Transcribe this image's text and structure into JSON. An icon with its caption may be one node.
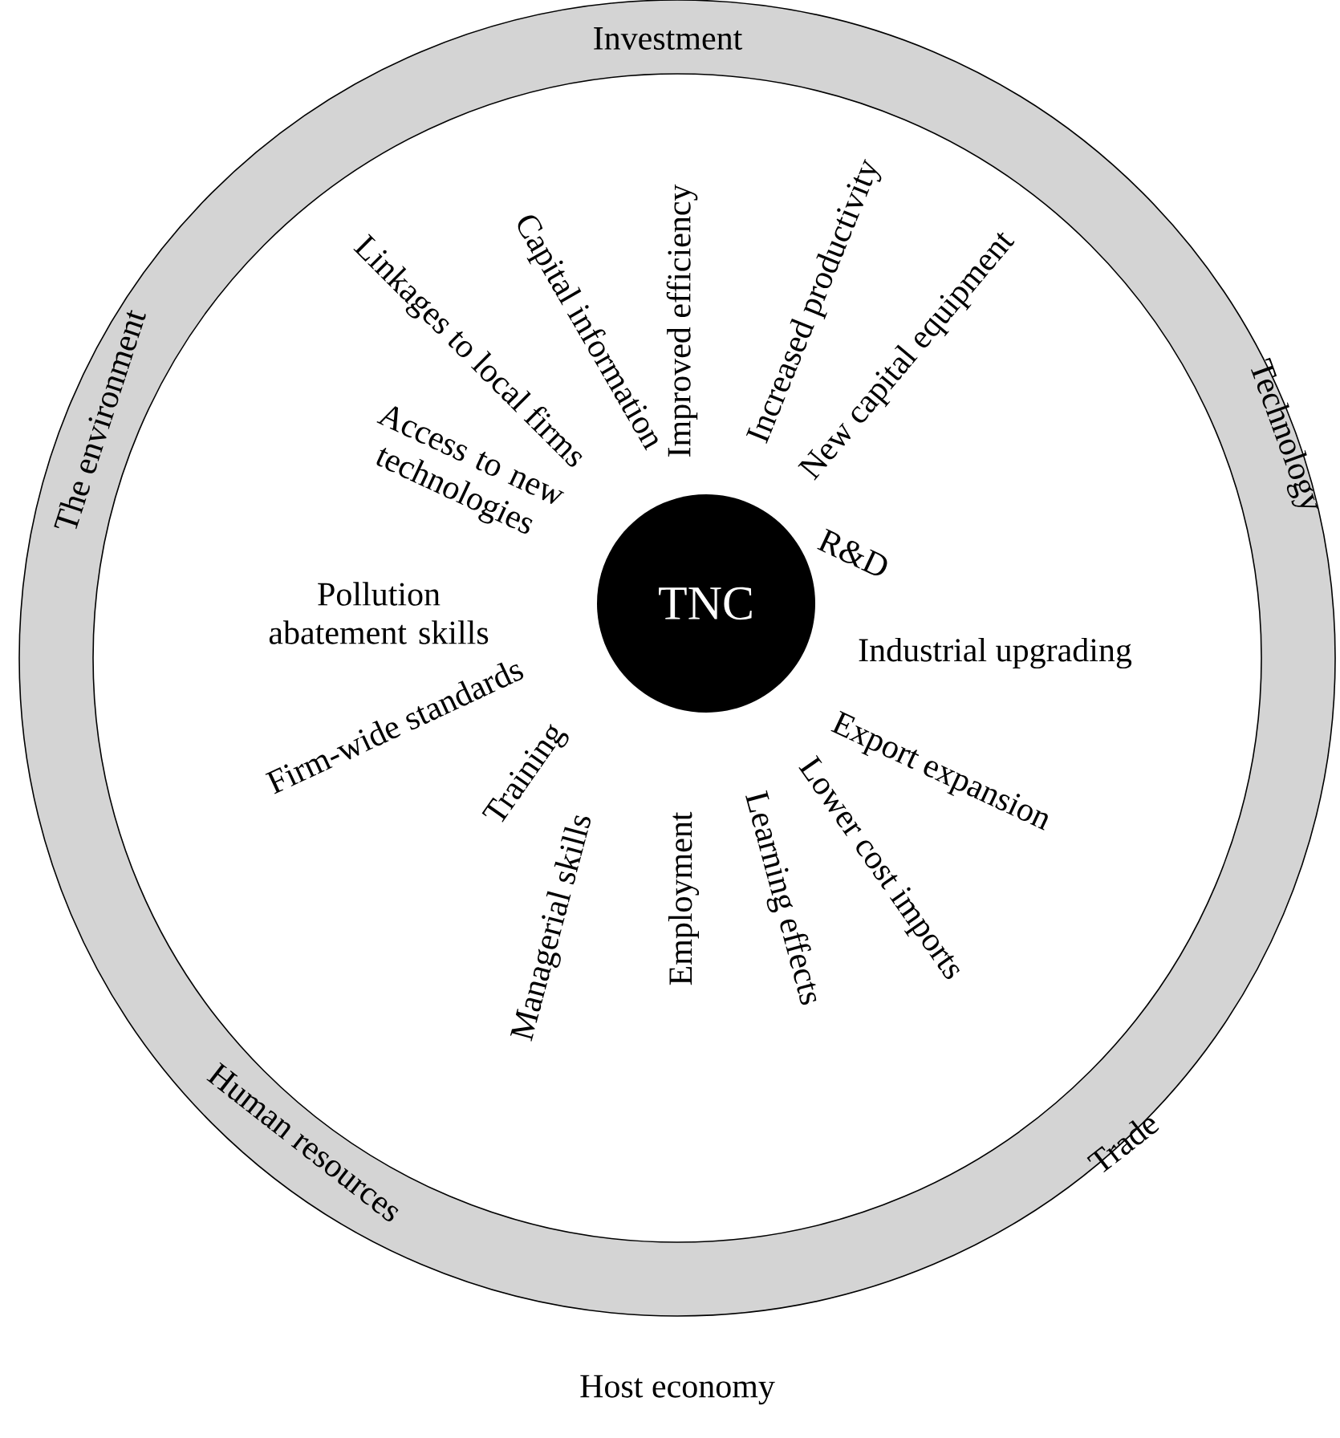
{
  "diagram": {
    "caption": "Host economy",
    "nodes": [
      {
        "text": [
          "Investment",
          "Technology",
          "Trade",
          "Human resources",
          "The environment"
        ]
      },
      {
        "text": [
          "TNC"
        ],
        "in": 0
      }
    ],
    "labels": [
      "Improved efficiency",
      "Capital information",
      "Increased productivity",
      "Linkages to local firms",
      "New capital equipment",
      "Access to new technologies",
      "R&D",
      "Pollution abatement skills",
      "Industrial upgrading",
      "Firm-wide standards",
      "Export expansion",
      "Training",
      "Managerial skills",
      "Employment",
      "Learning effects",
      "Lower cost imports"
    ]
  }
}
